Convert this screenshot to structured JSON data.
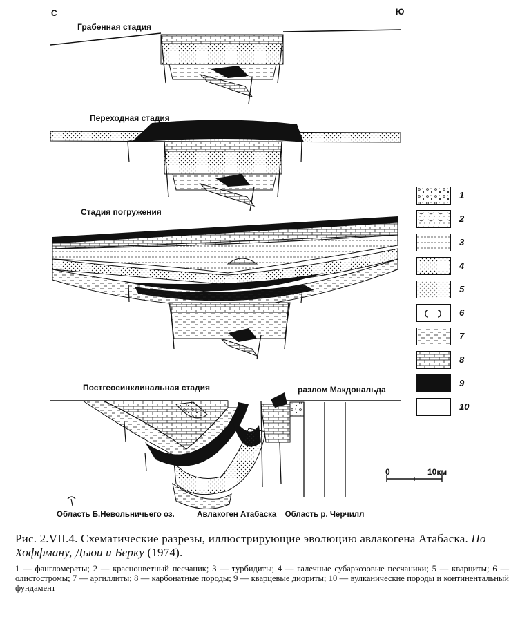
{
  "figure": {
    "direction_left": "С",
    "direction_right": "Ю",
    "stages": [
      {
        "label": "Грабенная стадия"
      },
      {
        "label": "Переходная стадия"
      },
      {
        "label": "Стадия погружения"
      },
      {
        "label": "Постгеосинклинальная стадия"
      }
    ],
    "fault_label": "разлом Макдональда",
    "regions": [
      "Область Б.Невольничьего оз.",
      "Авлакоген Атабаска",
      "Область р. Черчилл"
    ],
    "scale": {
      "zero": "0",
      "ten": "10км"
    },
    "legend_numbers": [
      "1",
      "2",
      "3",
      "4",
      "5",
      "6",
      "7",
      "8",
      "9",
      "10"
    ]
  },
  "caption": {
    "prefix": "Рис. 2.VII.4. Схематические разрезы, иллюстрирующие эволюцию авлакогена Атабаска.",
    "authors": "По Хоффману, Дьюи и Берку",
    "year": "(1974).",
    "legend_text": "1 — фангломераты; 2 — красноцветный песчаник; 3 — турбидиты; 4 — галечные субаркозовые песчаники; 5 — кварциты; 6 — олистостромы; 7 — аргиллиты; 8 — карбонатные породы; 9 — кварцевые диориты; 10 — вулканические породы и континентальный фундамент"
  }
}
